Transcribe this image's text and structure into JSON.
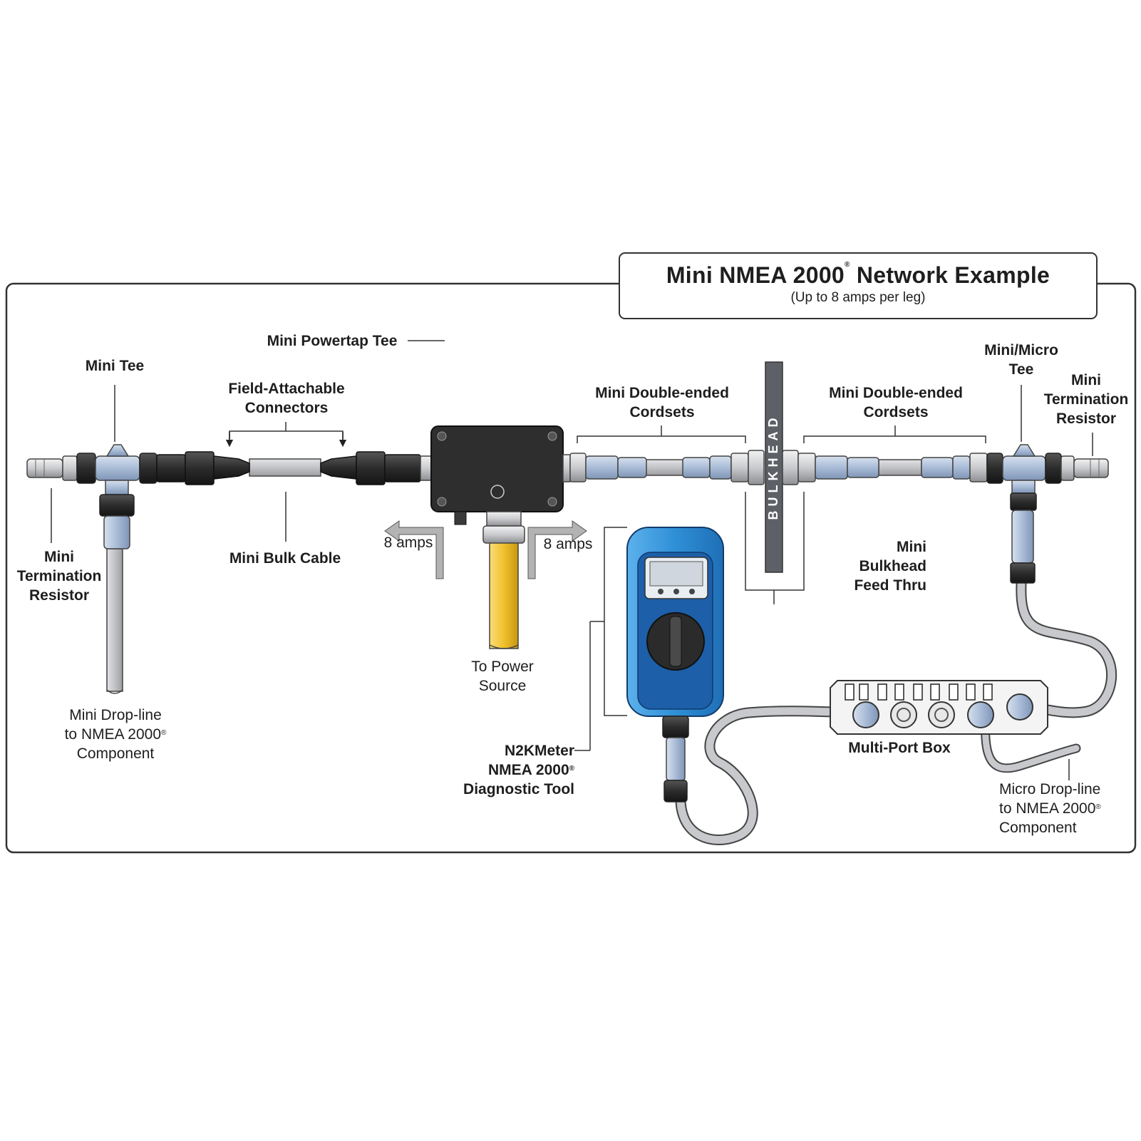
{
  "title": {
    "main": "Mini NMEA 2000",
    "reg": "®",
    "rest": " Network Example",
    "subtitle": "(Up to 8 amps per leg)"
  },
  "labels": {
    "mini_tee": "Mini Tee",
    "field_attachable_1": "Field-Attachable",
    "field_attachable_2": "Connectors",
    "powertap_tee": "Mini Powertap Tee",
    "cordsets_left_1": "Mini Double-ended",
    "cordsets_left_2": "Cordsets",
    "cordsets_right_1": "Mini Double-ended",
    "cordsets_right_2": "Cordsets",
    "mini_micro_tee_1": "Mini/Micro",
    "mini_micro_tee_2": "Tee",
    "term_right_1": "Mini",
    "term_right_2": "Termination",
    "term_right_3": "Resistor",
    "term_left_1": "Mini",
    "term_left_2": "Termination",
    "term_left_3": "Resistor",
    "bulk_cable": "Mini Bulk Cable",
    "amps_left": "8 amps",
    "amps_right": "8 amps",
    "power_source_1": "To Power",
    "power_source_2": "Source",
    "drop_line_1": "Mini Drop-line",
    "drop_line_2": "to NMEA 2000",
    "drop_line_3": "Component",
    "bulkhead_1": "Mini",
    "bulkhead_2": "Bulkhead",
    "bulkhead_3": "Feed Thru",
    "bulkhead_text": "BULKHEAD",
    "n2k_1": "N2KMeter",
    "n2k_2": "NMEA 2000",
    "n2k_3": "Diagnostic Tool",
    "multiport": "Multi-Port Box",
    "micro_drop_1": "Micro Drop-line",
    "micro_drop_2": "to NMEA 2000",
    "micro_drop_3": "Component",
    "reg_mark": "®"
  },
  "colors": {
    "outline": "#2b2b2b",
    "connector_dark": "#2c2c2c",
    "cable_grey": "#c4c6c8",
    "cordset_blue": "#aebfd8",
    "power_yellow": "#f2c230",
    "meter_blue": "#2f8fd6",
    "meter_dark_blue": "#1d5fa8",
    "box_black": "#2a2a2a",
    "bulkhead_grey": "#5d6066"
  }
}
